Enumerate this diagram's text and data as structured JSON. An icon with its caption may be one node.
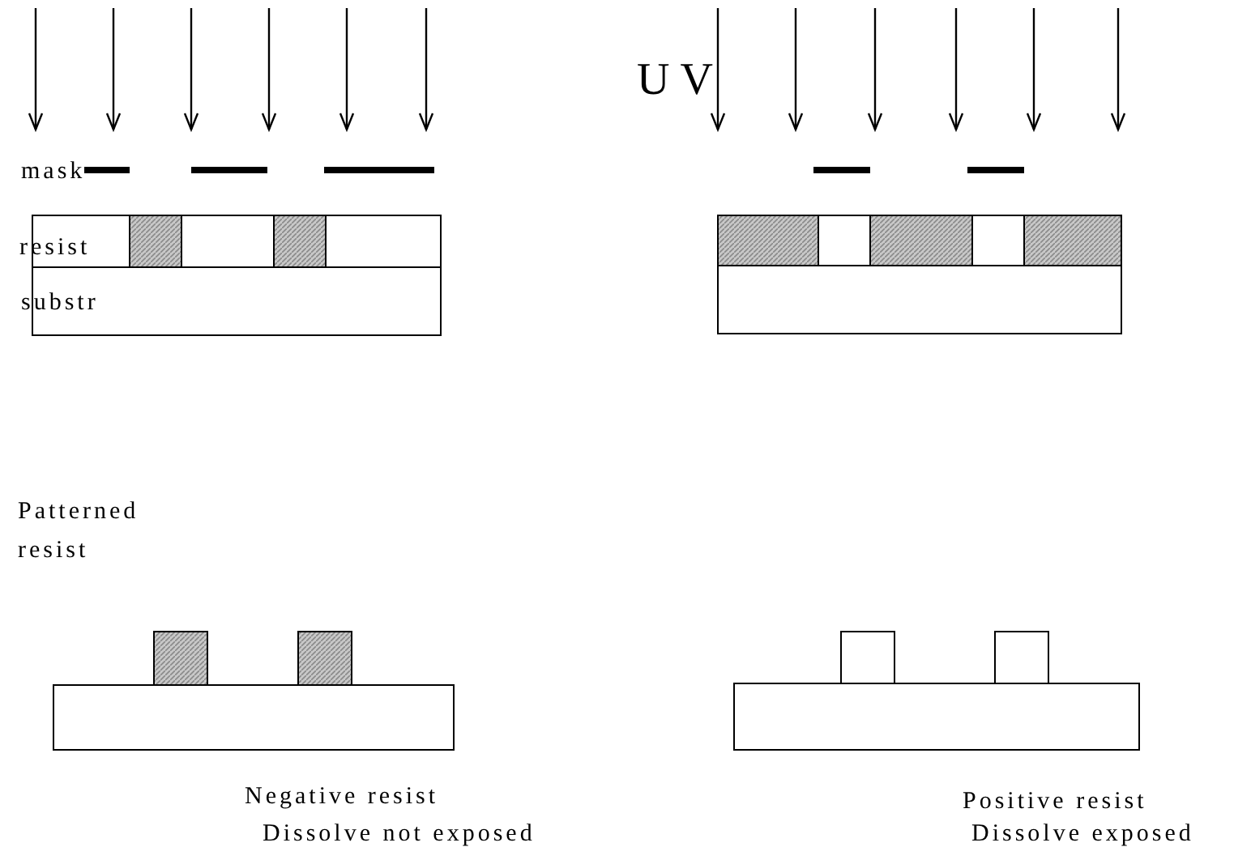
{
  "diagram": {
    "labels": [
      "U V",
      "mask",
      "resist",
      "substr",
      "Patterned resist",
      "Negative resist",
      "Dissolve not exposed",
      "Positive resist",
      "Dissolve exposed"
    ]
  }
}
